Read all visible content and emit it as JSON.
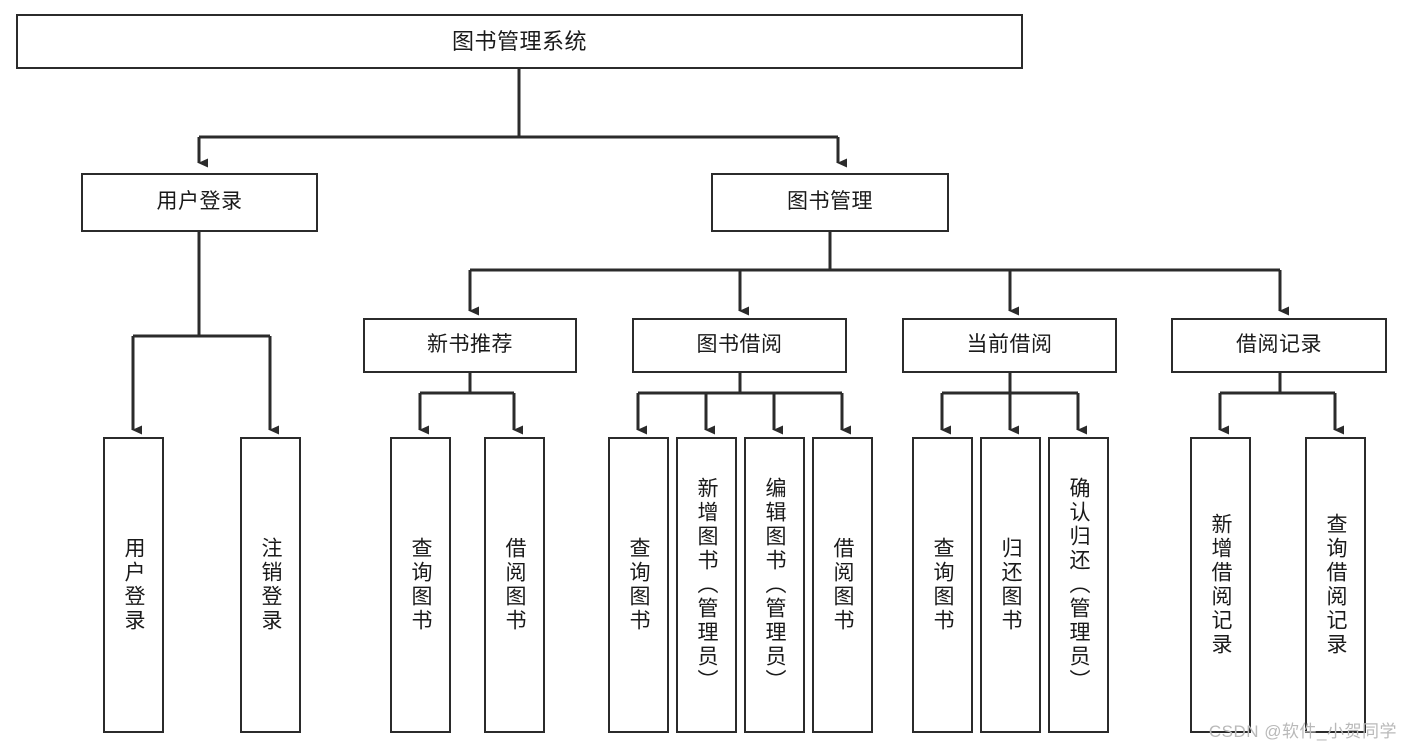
{
  "diagram": {
    "title": "图书管理系统",
    "type": "tree-hierarchy-chart",
    "line_color": "#2b2b2b",
    "box_fill": "#ffffff",
    "text_color": "#1a1a1a",
    "watermark": "CSDN @软件_小贺同学",
    "nodes": {
      "root": {
        "label": "图书管理系统"
      },
      "level2": [
        {
          "id": "user-login",
          "label": "用户登录"
        },
        {
          "id": "book-manage",
          "label": "图书管理"
        }
      ],
      "level3": [
        {
          "id": "new-book-recommend",
          "label": "新书推荐"
        },
        {
          "id": "book-borrow",
          "label": "图书借阅"
        },
        {
          "id": "current-borrow",
          "label": "当前借阅"
        },
        {
          "id": "borrow-record",
          "label": "借阅记录"
        }
      ],
      "leaves": {
        "user-login": [
          {
            "id": "leaf-user-login",
            "label": "用户登录"
          },
          {
            "id": "leaf-logout",
            "label": "注销登录"
          }
        ],
        "new-book-recommend": [
          {
            "id": "leaf-query-book-1",
            "label": "查询图书"
          },
          {
            "id": "leaf-borrow-book-1",
            "label": "借阅图书"
          }
        ],
        "book-borrow": [
          {
            "id": "leaf-query-book-2",
            "label": "查询图书"
          },
          {
            "id": "leaf-add-book",
            "label": "新增图书（管理员）"
          },
          {
            "id": "leaf-edit-book",
            "label": "编辑图书（管理员）"
          },
          {
            "id": "leaf-borrow-book-2",
            "label": "借阅图书"
          }
        ],
        "current-borrow": [
          {
            "id": "leaf-query-book-3",
            "label": "查询图书"
          },
          {
            "id": "leaf-return-book",
            "label": "归还图书"
          },
          {
            "id": "leaf-confirm-return",
            "label": "确认归还（管理员）"
          }
        ],
        "borrow-record": [
          {
            "id": "leaf-add-record",
            "label": "新增借阅记录"
          },
          {
            "id": "leaf-query-record",
            "label": "查询借阅记录"
          }
        ]
      }
    }
  }
}
